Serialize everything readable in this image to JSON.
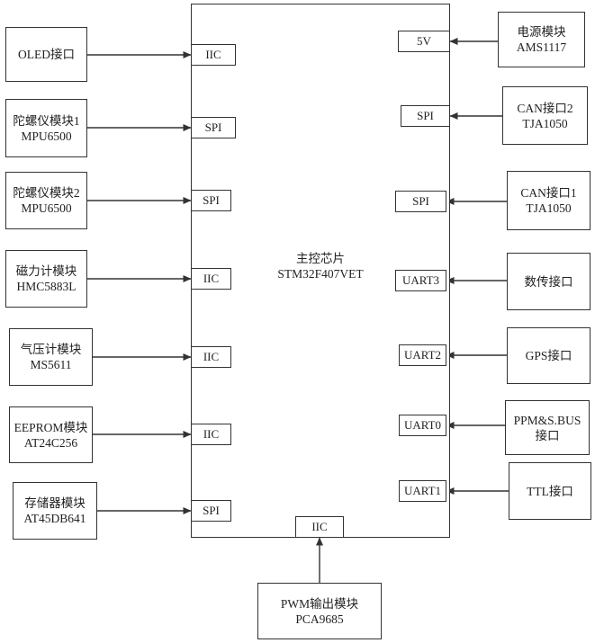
{
  "main_chip": {
    "line1": "主控芯片",
    "line2": "STM32F407VET"
  },
  "left_modules": [
    {
      "line1": "OLED接口",
      "line2": "",
      "port": "IIC"
    },
    {
      "line1": "陀螺仪模块1",
      "line2": "MPU6500",
      "port": "SPI"
    },
    {
      "line1": "陀螺仪模块2",
      "line2": "MPU6500",
      "port": "SPI"
    },
    {
      "line1": "磁力计模块",
      "line2": "HMC5883L",
      "port": "IIC"
    },
    {
      "line1": "气压计模块",
      "line2": "MS5611",
      "port": "IIC"
    },
    {
      "line1": "EEPROM模块",
      "line2": "AT24C256",
      "port": "IIC"
    },
    {
      "line1": "存储器模块",
      "line2": "AT45DB641",
      "port": "SPI"
    }
  ],
  "right_modules": [
    {
      "line1": "电源模块",
      "line2": "AMS1117",
      "port": "5V"
    },
    {
      "line1": "CAN接口2",
      "line2": "TJA1050",
      "port": "SPI"
    },
    {
      "line1": "CAN接口1",
      "line2": "TJA1050",
      "port": "SPI"
    },
    {
      "line1": "数传接口",
      "line2": "",
      "port": "UART3"
    },
    {
      "line1": "GPS接口",
      "line2": "",
      "port": "UART2"
    },
    {
      "line1": "PPM&S.BUS",
      "line2": "接口",
      "port": "UART0"
    },
    {
      "line1": "TTL接口",
      "line2": "",
      "port": "UART1"
    }
  ],
  "bottom_module": {
    "line1": "PWM输出模块",
    "line2": "PCA9685",
    "port": "IIC"
  }
}
